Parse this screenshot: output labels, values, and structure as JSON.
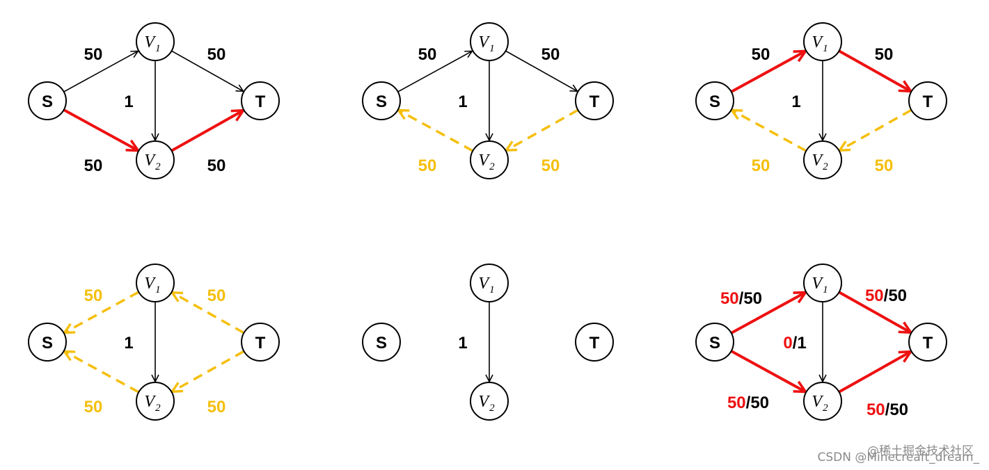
{
  "colors": {
    "black": "#000000",
    "red": "#ee1111",
    "yellow": "#f5bf0d"
  },
  "watermark": {
    "site": "@稀土掘金技术社区",
    "author": "CSDN @Minecreaft_dream_"
  },
  "diagrams": [
    {
      "nodes": [
        {
          "id": "S",
          "label": "S"
        },
        {
          "id": "V1",
          "label": "V",
          "sub": "1"
        },
        {
          "id": "V2",
          "label": "V",
          "sub": "2"
        },
        {
          "id": "T",
          "label": "T"
        }
      ],
      "edges": [
        {
          "from": "S",
          "to": "V1",
          "color": "black",
          "style": "solid",
          "label": [
            {
              "text": "50",
              "color": "black"
            }
          ]
        },
        {
          "from": "V1",
          "to": "T",
          "color": "black",
          "style": "solid",
          "label": [
            {
              "text": "50",
              "color": "black"
            }
          ]
        },
        {
          "from": "V1",
          "to": "V2",
          "color": "black",
          "style": "solid",
          "label": [
            {
              "text": "1",
              "color": "black"
            }
          ]
        },
        {
          "from": "S",
          "to": "V2",
          "color": "red",
          "style": "bold",
          "label": [
            {
              "text": "50",
              "color": "black"
            }
          ]
        },
        {
          "from": "V2",
          "to": "T",
          "color": "red",
          "style": "bold",
          "label": [
            {
              "text": "50",
              "color": "black"
            }
          ]
        }
      ]
    },
    {
      "nodes": [
        {
          "id": "S",
          "label": "S"
        },
        {
          "id": "V1",
          "label": "V",
          "sub": "1"
        },
        {
          "id": "V2",
          "label": "V",
          "sub": "2"
        },
        {
          "id": "T",
          "label": "T"
        }
      ],
      "edges": [
        {
          "from": "S",
          "to": "V1",
          "color": "black",
          "style": "solid",
          "label": [
            {
              "text": "50",
              "color": "black"
            }
          ]
        },
        {
          "from": "V1",
          "to": "T",
          "color": "black",
          "style": "solid",
          "label": [
            {
              "text": "50",
              "color": "black"
            }
          ]
        },
        {
          "from": "V1",
          "to": "V2",
          "color": "black",
          "style": "solid",
          "label": [
            {
              "text": "1",
              "color": "black"
            }
          ]
        },
        {
          "from": "V2",
          "to": "S",
          "color": "yellow",
          "style": "dashed",
          "label": [
            {
              "text": "50",
              "color": "yellow"
            }
          ]
        },
        {
          "from": "T",
          "to": "V2",
          "color": "yellow",
          "style": "dashed",
          "label": [
            {
              "text": "50",
              "color": "yellow"
            }
          ]
        }
      ]
    },
    {
      "nodes": [
        {
          "id": "S",
          "label": "S"
        },
        {
          "id": "V1",
          "label": "V",
          "sub": "1"
        },
        {
          "id": "V2",
          "label": "V",
          "sub": "2"
        },
        {
          "id": "T",
          "label": "T"
        }
      ],
      "edges": [
        {
          "from": "S",
          "to": "V1",
          "color": "red",
          "style": "bold",
          "label": [
            {
              "text": "50",
              "color": "black"
            }
          ]
        },
        {
          "from": "V1",
          "to": "T",
          "color": "red",
          "style": "bold",
          "label": [
            {
              "text": "50",
              "color": "black"
            }
          ]
        },
        {
          "from": "V1",
          "to": "V2",
          "color": "black",
          "style": "solid",
          "label": [
            {
              "text": "1",
              "color": "black"
            }
          ]
        },
        {
          "from": "V2",
          "to": "S",
          "color": "yellow",
          "style": "dashed",
          "label": [
            {
              "text": "50",
              "color": "yellow"
            }
          ]
        },
        {
          "from": "T",
          "to": "V2",
          "color": "yellow",
          "style": "dashed",
          "label": [
            {
              "text": "50",
              "color": "yellow"
            }
          ]
        }
      ]
    },
    {
      "nodes": [
        {
          "id": "S",
          "label": "S"
        },
        {
          "id": "V1",
          "label": "V",
          "sub": "1"
        },
        {
          "id": "V2",
          "label": "V",
          "sub": "2"
        },
        {
          "id": "T",
          "label": "T"
        }
      ],
      "edges": [
        {
          "from": "V1",
          "to": "S",
          "color": "yellow",
          "style": "dashed",
          "label": [
            {
              "text": "50",
              "color": "yellow"
            }
          ]
        },
        {
          "from": "T",
          "to": "V1",
          "color": "yellow",
          "style": "dashed",
          "label": [
            {
              "text": "50",
              "color": "yellow"
            }
          ]
        },
        {
          "from": "V1",
          "to": "V2",
          "color": "black",
          "style": "solid",
          "label": [
            {
              "text": "1",
              "color": "black"
            }
          ]
        },
        {
          "from": "V2",
          "to": "S",
          "color": "yellow",
          "style": "dashed",
          "label": [
            {
              "text": "50",
              "color": "yellow"
            }
          ]
        },
        {
          "from": "T",
          "to": "V2",
          "color": "yellow",
          "style": "dashed",
          "label": [
            {
              "text": "50",
              "color": "yellow"
            }
          ]
        }
      ]
    },
    {
      "nodes": [
        {
          "id": "S",
          "label": "S"
        },
        {
          "id": "V1",
          "label": "V",
          "sub": "1"
        },
        {
          "id": "V2",
          "label": "V",
          "sub": "2"
        },
        {
          "id": "T",
          "label": "T"
        }
      ],
      "edges": [
        {
          "from": "V1",
          "to": "V2",
          "color": "black",
          "style": "solid",
          "label": [
            {
              "text": "1",
              "color": "black"
            }
          ]
        }
      ]
    },
    {
      "nodes": [
        {
          "id": "S",
          "label": "S"
        },
        {
          "id": "V1",
          "label": "V",
          "sub": "1"
        },
        {
          "id": "V2",
          "label": "V",
          "sub": "2"
        },
        {
          "id": "T",
          "label": "T"
        }
      ],
      "edges": [
        {
          "from": "S",
          "to": "V1",
          "color": "red",
          "style": "bold",
          "label": [
            {
              "text": "50",
              "color": "red"
            },
            {
              "text": "/50",
              "color": "black"
            }
          ]
        },
        {
          "from": "V1",
          "to": "T",
          "color": "red",
          "style": "bold",
          "label": [
            {
              "text": "50",
              "color": "red"
            },
            {
              "text": "/50",
              "color": "black"
            }
          ]
        },
        {
          "from": "V1",
          "to": "V2",
          "color": "black",
          "style": "solid",
          "label": [
            {
              "text": "0",
              "color": "red"
            },
            {
              "text": "/1",
              "color": "black"
            }
          ]
        },
        {
          "from": "S",
          "to": "V2",
          "color": "red",
          "style": "bold",
          "label": [
            {
              "text": "50",
              "color": "red"
            },
            {
              "text": "/50",
              "color": "black"
            }
          ]
        },
        {
          "from": "V2",
          "to": "T",
          "color": "red",
          "style": "bold",
          "label": [
            {
              "text": "50",
              "color": "red"
            },
            {
              "text": "/50",
              "color": "black"
            }
          ]
        }
      ]
    }
  ]
}
